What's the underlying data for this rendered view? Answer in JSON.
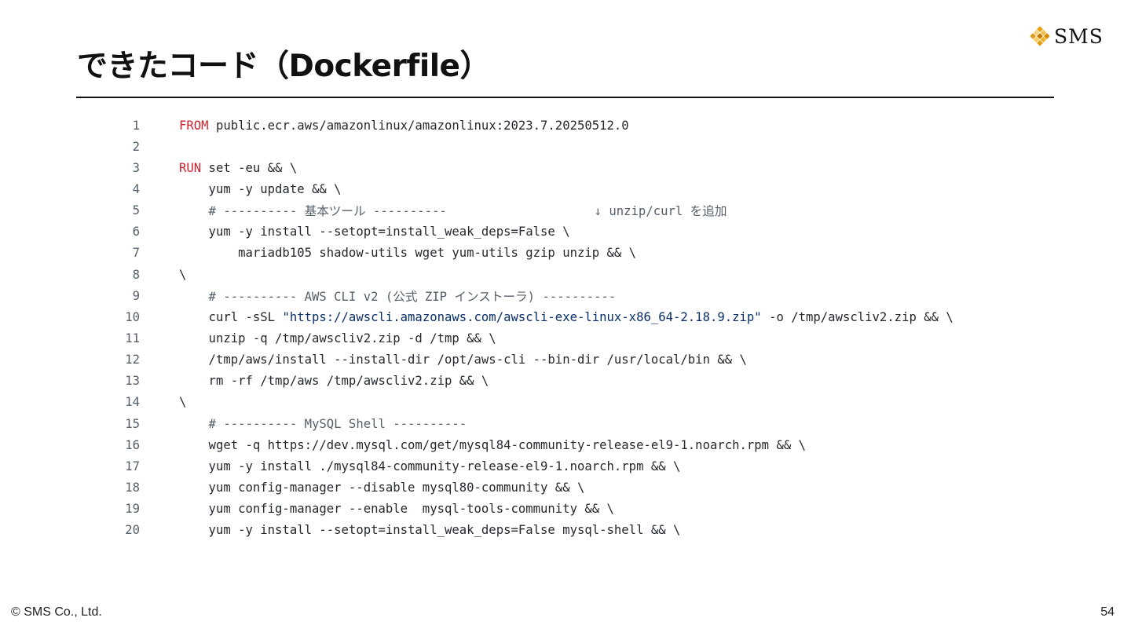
{
  "slide": {
    "title": "できたコード（Dockerfile）",
    "logo_text": "SMS",
    "logo_icon": "diamond-mosaic-logo",
    "copyright": "© SMS Co., Ltd.",
    "page_number": "54"
  },
  "code": {
    "language": "Dockerfile",
    "colors": {
      "keyword": "#cf222e",
      "comment": "#57606a",
      "string": "#0a3069",
      "text": "#24292f",
      "line_number": "#57606a"
    },
    "lines": [
      {
        "num": "1",
        "segments": [
          {
            "text": "FROM",
            "type": "keyword"
          },
          {
            "text": " public.ecr.aws/amazonlinux/amazonlinux:2023.7.20250512.0",
            "type": "plain"
          }
        ]
      },
      {
        "num": "2",
        "segments": []
      },
      {
        "num": "3",
        "segments": [
          {
            "text": "RUN",
            "type": "keyword"
          },
          {
            "text": " set -eu && \\",
            "type": "plain"
          }
        ]
      },
      {
        "num": "4",
        "segments": [
          {
            "text": "    yum -y update && \\",
            "type": "plain"
          }
        ]
      },
      {
        "num": "5",
        "segments": [
          {
            "text": "    # ---------- 基本ツール ----------                    ↓ unzip/curl を追加",
            "type": "comment"
          }
        ]
      },
      {
        "num": "6",
        "segments": [
          {
            "text": "    yum -y install --setopt=install_weak_deps=False \\",
            "type": "plain"
          }
        ]
      },
      {
        "num": "7",
        "segments": [
          {
            "text": "        mariadb105 shadow-utils wget yum-utils gzip unzip && \\",
            "type": "plain"
          }
        ]
      },
      {
        "num": "8",
        "segments": [
          {
            "text": "\\",
            "type": "plain"
          }
        ]
      },
      {
        "num": "9",
        "segments": [
          {
            "text": "    # ---------- AWS CLI v2 (公式 ZIP インストーラ) ----------",
            "type": "comment"
          }
        ]
      },
      {
        "num": "10",
        "segments": [
          {
            "text": "    curl -sSL ",
            "type": "plain"
          },
          {
            "text": "\"https://awscli.amazonaws.com/awscli-exe-linux-x86_64-2.18.9.zip\"",
            "type": "string"
          },
          {
            "text": " -o /tmp/awscliv2.zip && \\",
            "type": "plain"
          }
        ]
      },
      {
        "num": "11",
        "segments": [
          {
            "text": "    unzip -q /tmp/awscliv2.zip -d /tmp && \\",
            "type": "plain"
          }
        ]
      },
      {
        "num": "12",
        "segments": [
          {
            "text": "    /tmp/aws/install --install-dir /opt/aws-cli --bin-dir /usr/local/bin && \\",
            "type": "plain"
          }
        ]
      },
      {
        "num": "13",
        "segments": [
          {
            "text": "    rm -rf /tmp/aws /tmp/awscliv2.zip && \\",
            "type": "plain"
          }
        ]
      },
      {
        "num": "14",
        "segments": [
          {
            "text": "\\",
            "type": "plain"
          }
        ]
      },
      {
        "num": "15",
        "segments": [
          {
            "text": "    # ---------- MySQL Shell ----------",
            "type": "comment"
          }
        ]
      },
      {
        "num": "16",
        "segments": [
          {
            "text": "    wget -q https://dev.mysql.com/get/mysql84-community-release-el9-1.noarch.rpm && \\",
            "type": "plain"
          }
        ]
      },
      {
        "num": "17",
        "segments": [
          {
            "text": "    yum -y install ./mysql84-community-release-el9-1.noarch.rpm && \\",
            "type": "plain"
          }
        ]
      },
      {
        "num": "18",
        "segments": [
          {
            "text": "    yum config-manager --disable mysql80-community && \\",
            "type": "plain"
          }
        ]
      },
      {
        "num": "19",
        "segments": [
          {
            "text": "    yum config-manager --enable  mysql-tools-community && \\",
            "type": "plain"
          }
        ]
      },
      {
        "num": "20",
        "segments": [
          {
            "text": "    yum -y install --setopt=install_weak_deps=False mysql-shell && \\",
            "type": "plain"
          }
        ]
      }
    ]
  }
}
